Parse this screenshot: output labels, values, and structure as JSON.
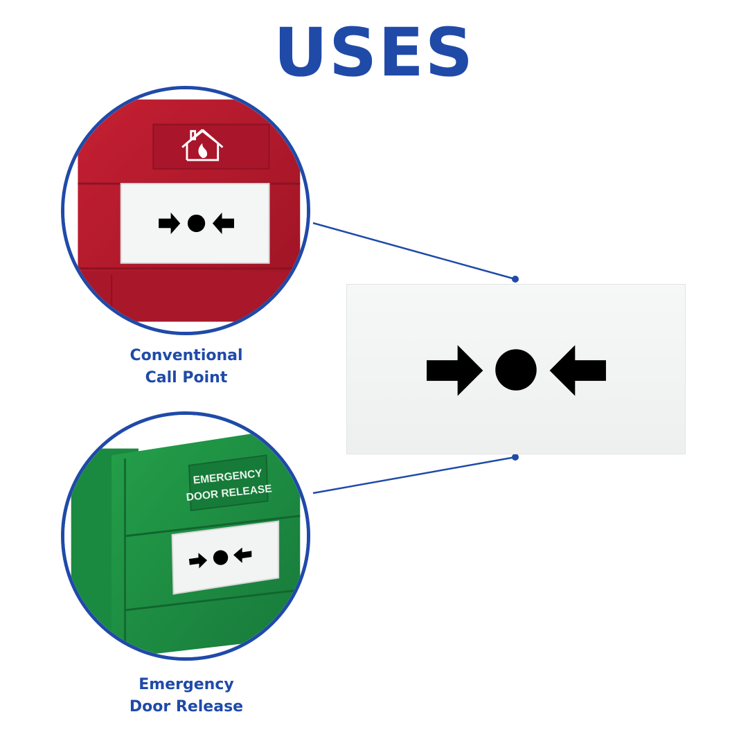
{
  "title": "USES",
  "colors": {
    "brand_blue": "#1f4aa8",
    "call_point_red": "#b3192c",
    "door_release_green": "#1f8a3e",
    "symbol_black": "#000000"
  },
  "items": [
    {
      "caption_line1": "Conventional",
      "caption_line2": "Call Point",
      "icon": "fire-house-icon"
    },
    {
      "caption_line1": "Emergency",
      "caption_line2": "Door Release",
      "device_label_line1": "EMERGENCY",
      "device_label_line2": "DOOR RELEASE"
    }
  ],
  "panel": {
    "symbol": "press-point-symbol"
  }
}
